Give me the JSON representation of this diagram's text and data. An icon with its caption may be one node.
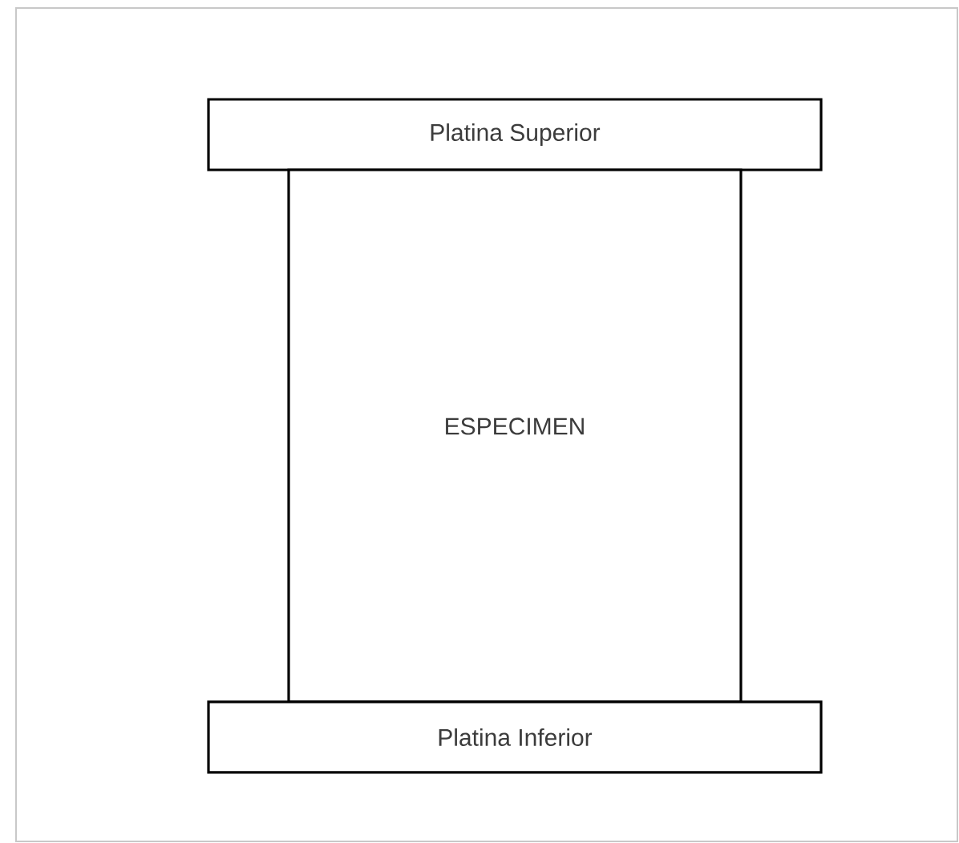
{
  "diagram": {
    "nodes": [
      {
        "text": [
          "Platina Superior"
        ]
      },
      {
        "text": [
          "ESPECIMEN"
        ]
      },
      {
        "text": [
          "Platina Inferior"
        ]
      }
    ]
  }
}
